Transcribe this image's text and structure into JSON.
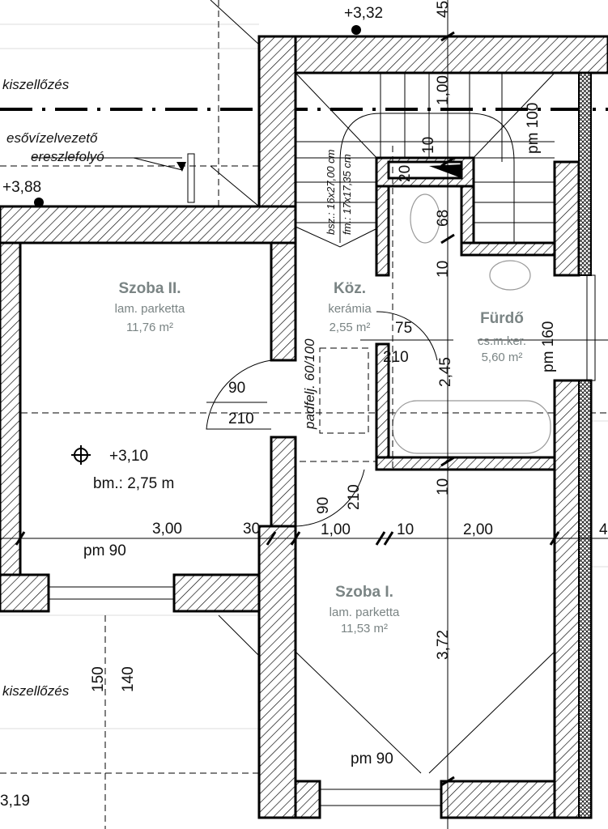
{
  "levels": {
    "top": "+3,32",
    "left_eave": "+3,88",
    "room2": "+3,10",
    "bottom_left": "3,19"
  },
  "labels": {
    "ventilation_top": "kiszellőzés",
    "ventilation_bottom": "kiszellőzés",
    "downpipe_1": "esővízelvezető",
    "downpipe_2": "ereszlefolyó",
    "stair_1": "bsz.: 16x27,00 cm",
    "stair_2": "fm.: 17x17,35 cm",
    "attic_hatch": "padfelj. 60/100",
    "ceiling_height": "bm.: 2,75 m"
  },
  "rooms": {
    "szoba2": {
      "name": "Szoba II.",
      "floor": "lam. parketta",
      "area": "11,76 m²"
    },
    "koz": {
      "name": "Köz.",
      "floor": "kerámia",
      "area": "2,55 m²"
    },
    "furdo": {
      "name": "Fürdő",
      "floor": "cs.m.ker.",
      "area": "5,60 m²"
    },
    "szoba1": {
      "name": "Szoba I.",
      "floor": "lam. parketta",
      "area": "11,53 m²"
    }
  },
  "dimensions": {
    "d45": "45",
    "d100v": "1,00",
    "pm100": "pm 100",
    "d10a": "10",
    "d20": "20",
    "d68": "68",
    "d10b": "10",
    "pm160": "pm 160",
    "d75": "75",
    "d210a": "210",
    "d245": "2,45",
    "d90a": "90",
    "d210b": "210",
    "d300": "3,00",
    "d30": "30",
    "d100h": "1,00",
    "d10c": "10",
    "d200": "2,00",
    "d4": "4",
    "pm90a": "pm 90",
    "d90b": "90",
    "d210c": "210",
    "d10d": "10",
    "d372": "3,72",
    "d150": "150",
    "d140": "140",
    "pm90b": "pm 90"
  }
}
